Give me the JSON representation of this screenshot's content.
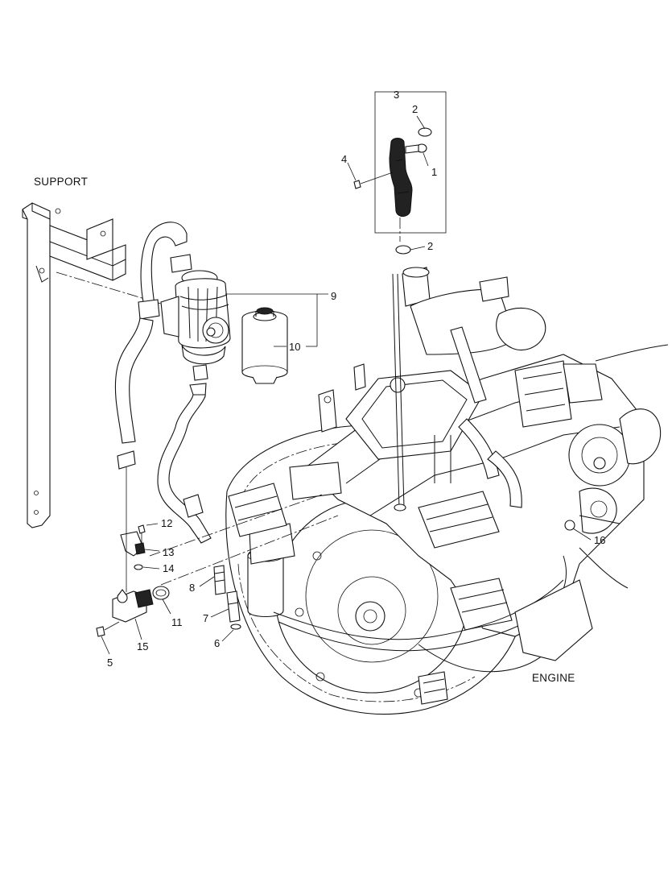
{
  "captions": {
    "support": "SUPPORT",
    "engine": "ENGINE"
  },
  "callouts": [
    {
      "id": "c3",
      "text": "3"
    },
    {
      "id": "c2a",
      "text": "2"
    },
    {
      "id": "c4",
      "text": "4"
    },
    {
      "id": "c1",
      "text": "1"
    },
    {
      "id": "c2b",
      "text": "2"
    },
    {
      "id": "c9",
      "text": "9"
    },
    {
      "id": "c10",
      "text": "10"
    },
    {
      "id": "c12",
      "text": "12"
    },
    {
      "id": "c13",
      "text": "13"
    },
    {
      "id": "c14",
      "text": "14"
    },
    {
      "id": "c8",
      "text": "8"
    },
    {
      "id": "c11",
      "text": "11"
    },
    {
      "id": "c7",
      "text": "7"
    },
    {
      "id": "c6",
      "text": "6"
    },
    {
      "id": "c15",
      "text": "15"
    },
    {
      "id": "c5",
      "text": "5"
    },
    {
      "id": "c16",
      "text": "16"
    }
  ]
}
